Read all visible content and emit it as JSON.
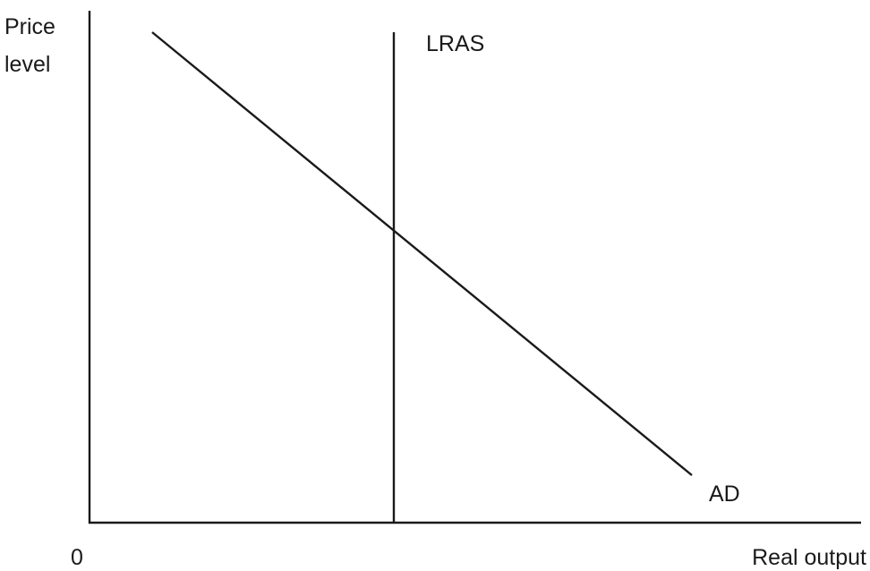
{
  "axes": {
    "y_label_line1": "Price",
    "y_label_line2": "level",
    "x_label": "Real output",
    "origin_label": "0"
  },
  "curves": {
    "lras_label": "LRAS",
    "ad_label": "AD"
  },
  "colors": {
    "ink": "#1a1a1a",
    "background": "#ffffff"
  }
}
